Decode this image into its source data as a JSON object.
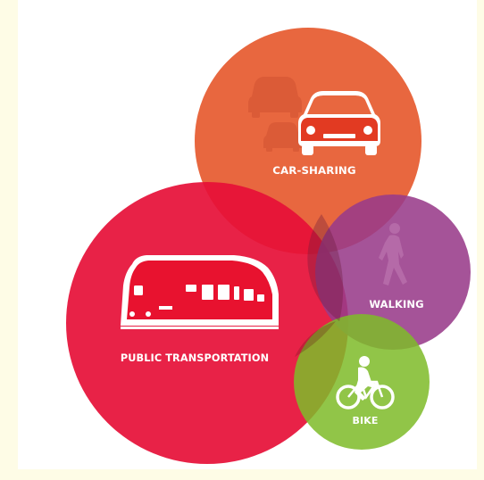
{
  "colors": {
    "background": "#fefce6",
    "car_sharing": "#e8673f",
    "walking": "#993b8a",
    "bike": "#7fbc2a",
    "public_transportation": "#e60f37"
  },
  "labels": {
    "car_sharing": "CAR-SHARING",
    "walking": "WALKING",
    "bike": "BIKE",
    "public_transportation": "PUBLIC TRANSPORTATION"
  },
  "icons": {
    "car_sharing": "car-icon",
    "walking": "walking-person-icon",
    "bike": "cyclist-icon",
    "public_transportation": "train-icon"
  }
}
